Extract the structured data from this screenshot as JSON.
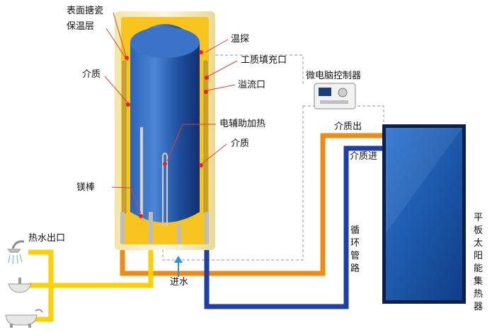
{
  "labels": {
    "enamel_surface": "表面搪瓷",
    "insulation": "保温层",
    "medium_left": "介质",
    "temp_probe": "温探",
    "fill_port": "工质填充口",
    "overflow_port": "溢流口",
    "electric_heater": "电辅助加热",
    "medium_right": "介质",
    "magnesium_rod": "镁棒",
    "hot_water_outlet": "热水出口",
    "controller": "微电脑控制器",
    "medium_out": "介质出",
    "medium_in": "介质进",
    "water_in": "进水",
    "circulation_pipe": "循环管路",
    "solar_collector": "平板太阳能集热器"
  },
  "colors": {
    "tank_shell": "#f7c51e",
    "tank_inner": "#1f4f9f",
    "pipe_orange": "#ef8a12",
    "pipe_blue": "#1e3ea8",
    "pipe_yellow": "#ffd000",
    "collector_frame": "#0b1f4c",
    "collector_panel": "#1d5fb8",
    "sensor_dot": "#e8202e",
    "leader_line": "#d9433a",
    "control_line": "#a8a8a8"
  },
  "icons": [
    "shower-icon",
    "washbasin-icon",
    "bathtub-icon",
    "controller-icon",
    "water-in-arrow-icon"
  ]
}
